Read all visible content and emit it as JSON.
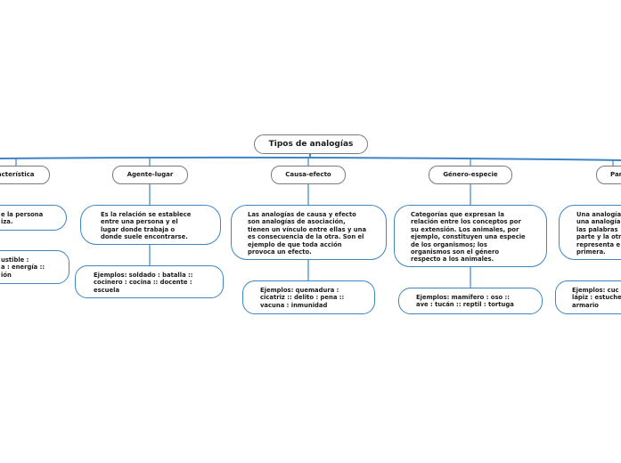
{
  "title": "Tipos de analogías",
  "colors": {
    "connector": "#3d85c6",
    "category_border": "#7a7a7a",
    "background": "#ffffff"
  },
  "categories": [
    {
      "label": "racterística",
      "description": [
        "e la persona",
        "iza."
      ],
      "example": [
        "ustible :",
        "a : energía ::",
        "ión"
      ]
    },
    {
      "label": "Agente-lugar",
      "description": [
        "Es la relación se establece",
        "entre una persona y el",
        "lugar donde trabaja o",
        "donde suele encontrarse."
      ],
      "example": [
        "Ejemplos: soldado : batalla ::",
        "cocinero : cocina :: docente :",
        "escuela"
      ]
    },
    {
      "label": "Causa-efecto",
      "description": [
        "Las analogías de causa y efecto",
        "son analogías de asociación,",
        "tienen un vínculo entre ellas y una",
        "es consecuencia de la otra. Son el",
        "ejemplo de que toda acción",
        "provoca un efecto."
      ],
      "example": [
        "Ejemplos: quemadura :",
        "cicatriz :: delito : pena ::",
        "vacuna : inmunidad"
      ]
    },
    {
      "label": "Género-especie",
      "description": [
        "Categorías que expresan la",
        "relación entre los conceptos por",
        "su extensión. Los animales, por",
        "ejemplo, constituyen una especie",
        "de los organismos; los",
        "organismos son el género",
        "respecto a los animales."
      ],
      "example": [
        "Ejemplos: mamífero : oso ::",
        "ave : tucán :: reptil : tortuga"
      ]
    },
    {
      "label": "Par",
      "description": [
        "Una analogía",
        "una analogía",
        "las palabras",
        "parte y la otr",
        "representa e",
        "primera."
      ],
      "example": [
        "Ejemplos: cuc",
        "lápiz : estuche",
        "armario"
      ]
    }
  ]
}
